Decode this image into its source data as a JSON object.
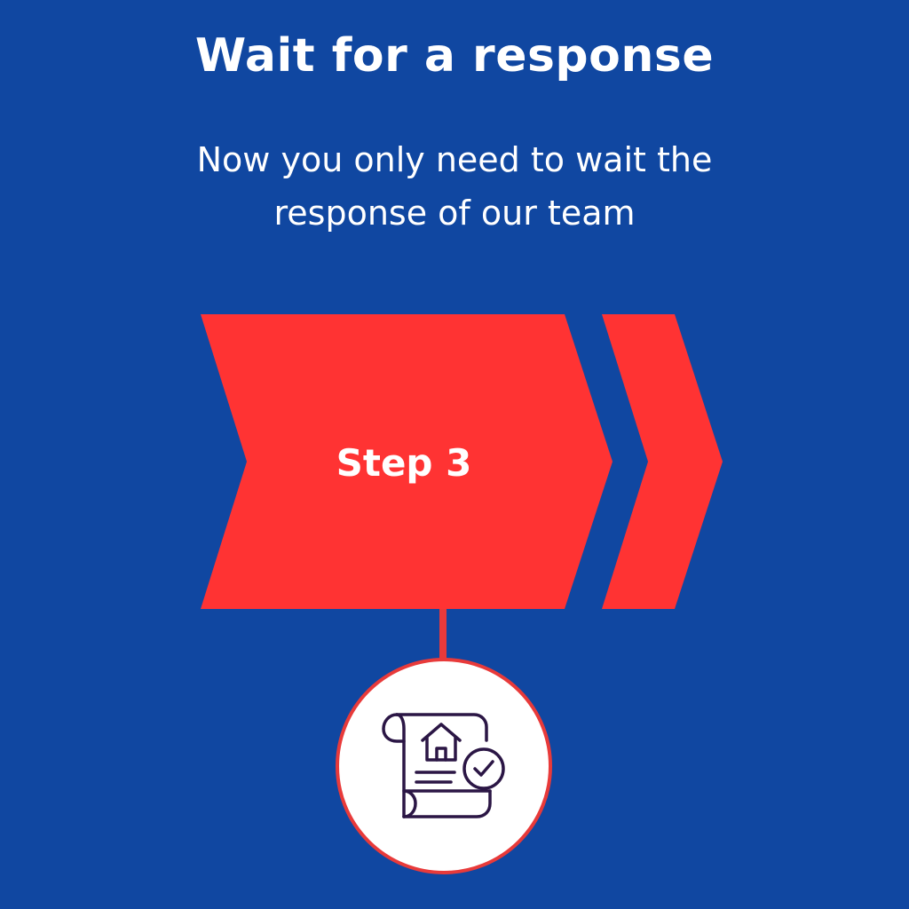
{
  "title": "Wait for a response",
  "subtitle": "Now you only need to wait the response of our team",
  "step": {
    "label": "Step 3"
  },
  "icon": {
    "name": "house-document-check-icon"
  },
  "colors": {
    "background": "#1047A1",
    "heading_text": "#FFFFFF",
    "chevron": "#FF3333",
    "connector": "#E83A3A",
    "circle_fill": "#FFFFFF",
    "circle_border": "#E83A3A",
    "icon_stroke": "#2B1645"
  }
}
